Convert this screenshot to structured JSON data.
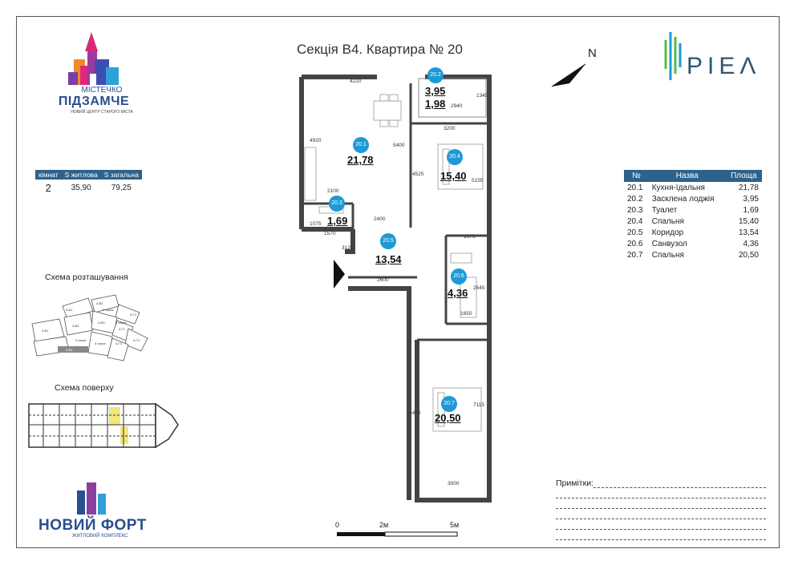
{
  "header": {
    "title": "Секція В4. Квартира № 20",
    "north": "N"
  },
  "brand_right": {
    "name": "PIEΛ"
  },
  "brand_left": {
    "line1": "МІСТЕЧКО",
    "line2": "ПІДЗАМЧЕ",
    "line3": "НОВИЙ ЦЕНТР СТАРОГО МІСТА"
  },
  "summary": {
    "headers": [
      "кімнат",
      "S житлова",
      "S загальна"
    ],
    "values": [
      "2",
      "35,90",
      "79,25"
    ]
  },
  "location_scheme": {
    "title": "Схема розташування",
    "labels": [
      "4-Б1",
      "4-В2",
      "4-В1",
      "4-В2",
      "4-В3",
      "4-В4",
      "4-Г1",
      "4-Г2",
      "4-Г3",
      "4-Г4",
      "2 черга",
      "1 черга",
      "3 черга",
      "4 черга"
    ]
  },
  "floor_scheme": {
    "title": "Схема поверху"
  },
  "rooms_table": {
    "headers": [
      "№",
      "Назва",
      "Площа"
    ],
    "rows": [
      {
        "no": "20.1",
        "name": "Кухня-їдальня",
        "area": "21,78"
      },
      {
        "no": "20.2",
        "name": "Засклена лоджія",
        "area": "3,95"
      },
      {
        "no": "20.3",
        "name": "Туалет",
        "area": "1,69"
      },
      {
        "no": "20.4",
        "name": "Спальня",
        "area": "15,40"
      },
      {
        "no": "20.5",
        "name": "Коридор",
        "area": "13,54"
      },
      {
        "no": "20.6",
        "name": "Санвузол",
        "area": "4,36"
      },
      {
        "no": "20.7",
        "name": "Спальня",
        "area": "20,50"
      }
    ]
  },
  "plan": {
    "rooms": [
      {
        "no": "20.1",
        "area": "21,78"
      },
      {
        "no": "20.2",
        "area": "3,95",
        "area2": "1,98"
      },
      {
        "no": "20.3",
        "area": "1,69"
      },
      {
        "no": "20.4",
        "area": "15,40"
      },
      {
        "no": "20.5",
        "area": "13,54"
      },
      {
        "no": "20.6",
        "area": "4,36"
      },
      {
        "no": "20.7",
        "area": "20,50"
      }
    ],
    "dims": [
      "4220",
      "2940",
      "1345",
      "3200",
      "4920",
      "5400",
      "4525",
      "5155",
      "2100",
      "1075",
      "1570",
      "2400",
      "1675",
      "3125",
      "2600",
      "2645",
      "1650",
      "6490",
      "7115",
      "3000"
    ]
  },
  "notes": {
    "label": "Примітки:"
  },
  "scale": {
    "labels": [
      "0",
      "2м",
      "5м"
    ]
  },
  "brand_bottom": {
    "line1": "НОВИЙ ФОРТ",
    "line2": "ЖИТЛОВИЙ КОМПЛЕКС"
  },
  "colors": {
    "accent": "#1d9ad6",
    "table_header": "#2d628c",
    "logo_blue": "#2a4e90",
    "highlight": "#f1e77a"
  }
}
